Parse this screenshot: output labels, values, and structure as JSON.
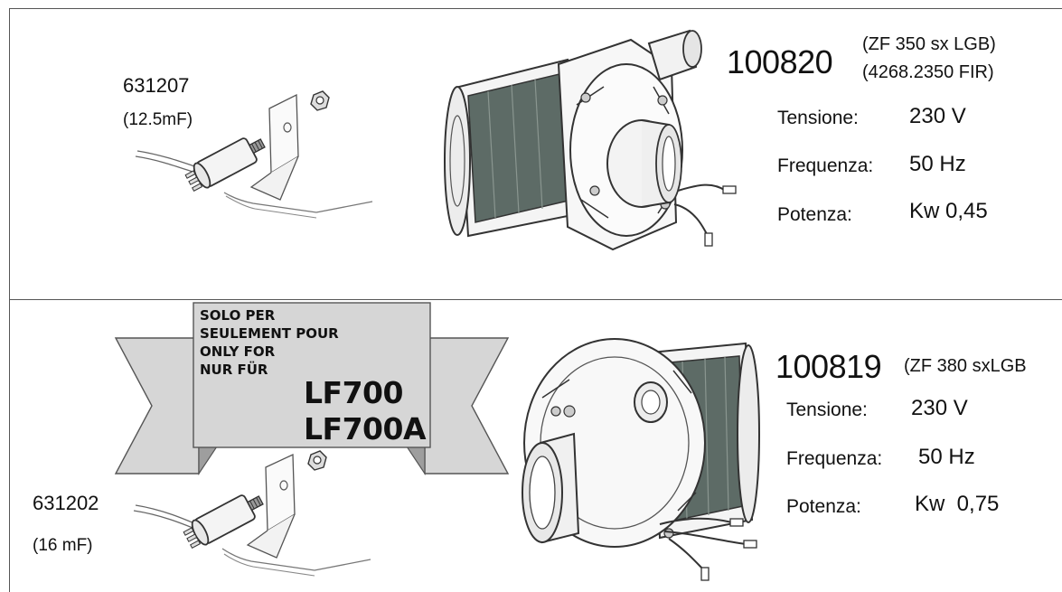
{
  "items": [
    {
      "capacitor_code": "631207",
      "capacitor_value": "(12.5mF)",
      "pump_code": "100820",
      "pump_refs": [
        "(ZF 350 sx LGB)",
        "(4268.2350 FIR)"
      ],
      "specs": [
        {
          "label": "Tensione:",
          "value": "230 V"
        },
        {
          "label": "Frequenza:",
          "value": "50 Hz"
        },
        {
          "label": "Potenza:",
          "value": "Kw 0,45"
        }
      ]
    },
    {
      "capacitor_code": "631202",
      "capacitor_value": "(16 mF)",
      "pump_code": "100819",
      "pump_refs": [
        "(ZF 380 sxLGB"
      ],
      "specs": [
        {
          "label": "Tensione:",
          "value": "230 V"
        },
        {
          "label": "Frequenza:",
          "value": "50 Hz"
        },
        {
          "label": "Potenza:",
          "value": "Kw  0,75"
        }
      ]
    }
  ],
  "banner": {
    "lines": [
      "SOLO PER",
      "SEULEMENT POUR",
      "ONLY FOR",
      "NUR FÜR"
    ],
    "models": [
      "LF700",
      "LF700A"
    ]
  },
  "colors": {
    "line": "#333333",
    "winding": "#5d6b66",
    "banner_fill": "#d6d6d6",
    "banner_stroke": "#555555"
  }
}
